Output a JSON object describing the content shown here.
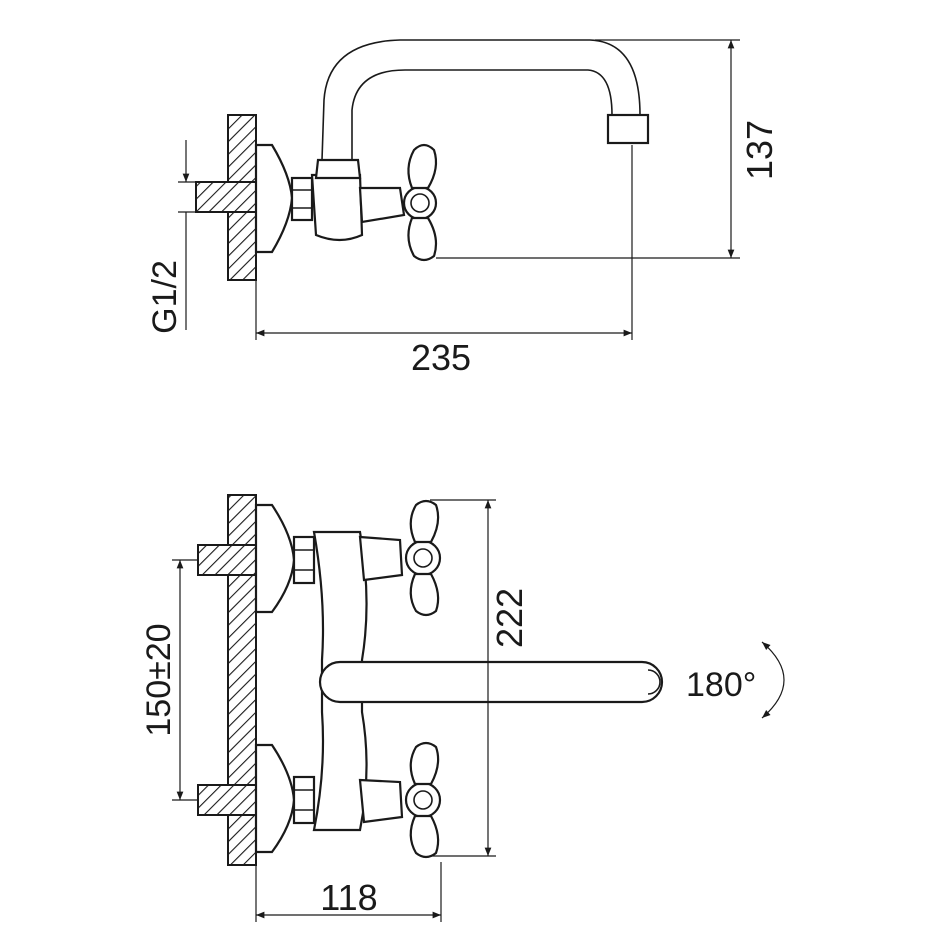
{
  "dimensions": {
    "height_spout": "137",
    "length_spout": "235",
    "thread": "G1/2",
    "total_height": "222",
    "center_distance": "150±20",
    "depth": "118",
    "rotation": "180°"
  },
  "colors": {
    "line": "#1a1a1a",
    "background": "#ffffff"
  }
}
